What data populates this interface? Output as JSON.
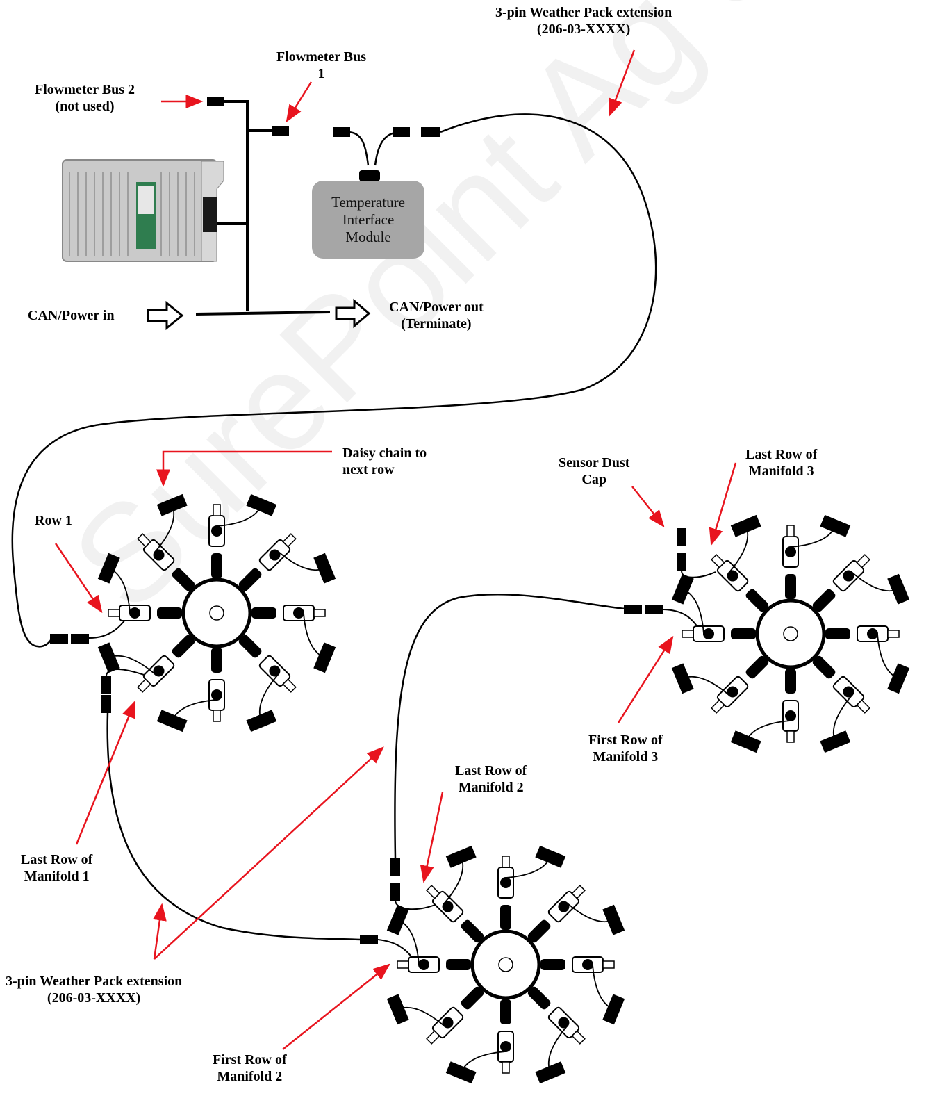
{
  "labels": {
    "weather_pack_top": [
      "3-pin Weather Pack extension",
      "(206-03-XXXX)"
    ],
    "flowmeter_bus_1": [
      "Flowmeter Bus",
      "1"
    ],
    "flowmeter_bus_2": [
      "Flowmeter Bus 2",
      "(not used)"
    ],
    "can_power_in": "CAN/Power in",
    "can_power_out": [
      "CAN/Power out",
      "(Terminate)"
    ],
    "temperature_module": [
      "Temperature",
      "Interface",
      "Module"
    ],
    "daisy_chain": [
      "Daisy chain to",
      "next row"
    ],
    "row_1": "Row 1",
    "sensor_dust_cap": [
      "Sensor Dust",
      "Cap"
    ],
    "last_row_manifold_3": [
      "Last Row of",
      "Manifold 3"
    ],
    "first_row_manifold_3": [
      "First Row of",
      "Manifold 3"
    ],
    "last_row_manifold_2": [
      "Last Row of",
      "Manifold 2"
    ],
    "first_row_manifold_2": [
      "First Row of",
      "Manifold 2"
    ],
    "last_row_manifold_1": [
      "Last Row of",
      "Manifold 1"
    ],
    "weather_pack_bottom": [
      "3-pin Weather Pack extension",
      "(206-03-XXXX)"
    ]
  },
  "watermark": "SurePoint Ag Systems",
  "colors": {
    "arrow": "#e8141e",
    "wire": "#000000",
    "module_fill": "#a6a6a6",
    "controller_fill": "#c9c9c9"
  }
}
